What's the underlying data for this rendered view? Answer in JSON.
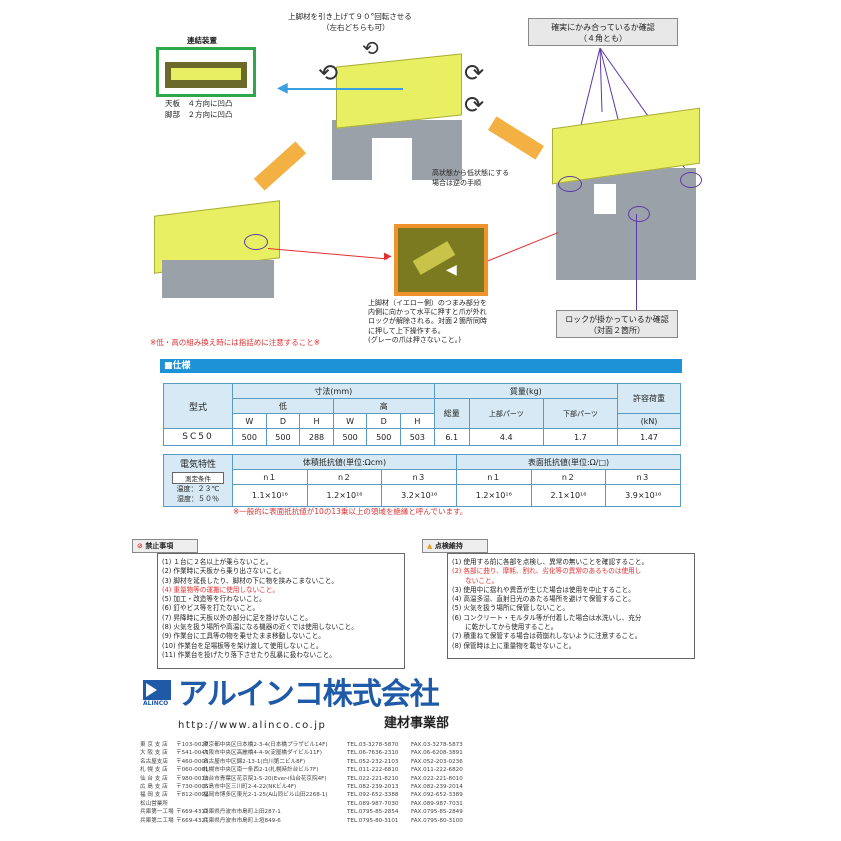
{
  "top_instruction": {
    "line1": "上脚材を引き上げて９０°回転させる",
    "line2": "（左右どちらも可）"
  },
  "connector": {
    "title": "連結装置",
    "line1": "天板　４方向に凹凸",
    "line2": "脚部　２方向に凹凸"
  },
  "reverse_note": {
    "line1": "高状態から低状態にする",
    "line2": "場合は逆の手順"
  },
  "check_fit": {
    "line1": "確実にかみ合っているか確認",
    "line2": "（４角とも）"
  },
  "lock_instruction": {
    "lines": [
      "上脚材（イエロー側）のつまみ部分を",
      "内側に向かって水平に押すと爪が外れ",
      "ロックが解除される。対面２箇所同時",
      "に押して上下操作する。",
      "(グレーの爪は押さないこと。)"
    ]
  },
  "check_lock": {
    "line1": "ロックが掛かっているか確認",
    "line2": "（対面２箇所）"
  },
  "finger_warning": "※低・高の組み換え時には指詰めに注意すること※",
  "spec_section_title": "■仕様",
  "spec_table": {
    "model_label": "型式",
    "dim_label": "寸法(mm)",
    "low_label": "低",
    "high_label": "高",
    "w": "W",
    "d": "D",
    "h": "H",
    "mass_label": "質量(kg)",
    "total_label": "総量",
    "upper_label": "上部パーツ",
    "lower_label": "下部パーツ",
    "load_label1": "許容荷重",
    "load_label2": "(kN)",
    "row": [
      "SC50",
      "500",
      "500",
      "288",
      "500",
      "500",
      "503",
      "6.1",
      "4.4",
      "1.7",
      "1.47"
    ]
  },
  "electric_table": {
    "label": "電気特性",
    "volume_label": "体積抵抗値(単位:Ωcm)",
    "surface_label": "表面抵抗値(単位:Ω/□)",
    "n": [
      "n１",
      "n２",
      "n３",
      "n１",
      "n２",
      "n３"
    ],
    "conditions_title": "測定条件",
    "temp": "温度：２３℃",
    "humidity": "湿度：５０％",
    "values": [
      "1.1×10¹⁶",
      "1.2×10¹⁶",
      "3.2×10¹⁶",
      "1.2×10¹⁶",
      "2.1×10¹⁶",
      "3.9×10¹⁶"
    ],
    "note": "※一般的に表面抵抗値が10の13乗以上の領域を絶縁と呼んでいます。"
  },
  "prohibitions": {
    "title": "禁止事項",
    "items": [
      "(1) １台に２名以上が乗らないこと。",
      "(2) 作業時に天板から乗り出さないこと。",
      "(3) 脚材を延長したり、脚材の下に物を挟みこまないこと。",
      "(4) 重量物等の運搬に使用しないこと。",
      "(5) 加工・改造等を行わないこと。",
      "(6) 釘やビス等を打たないこと。",
      "(7) 昇降時に天板以外の部分に足を掛けないこと。",
      "(8) 火気を扱う場所や高温になる機器の近くでは使用しないこと。",
      "(9) 作業台に工具等の物を乗せたまま移動しないこと。",
      "(10) 作業台を足場板等を架け渡して使用しないこと。",
      "(11) 作業台を投げたり落下させたり乱暴に扱わないこと。"
    ]
  },
  "inspection": {
    "title": "点検維持",
    "items": [
      "(1) 使用する前に各部を点検し、異常の無いことを確認すること。",
      "(2) 各部に曲り、摩耗、割れ、劣化等の異常のあるものは使用し",
      "　　ないこと。",
      "(3) 使用中に揺れや異音が生じた場合は使用を中止すること。",
      "(4) 高温多湿、直射日光のあたる場所を避けて保管すること。",
      "(5) 火気を扱う場所に保管しないこと。",
      "(6) コンクリート・モルタル等が付着した場合は水洗いし、充分",
      "　　に乾かしてから使用すること。",
      "(7) 積重ねて保管する場合は荷崩れしないように注意すること。",
      "(8) 保管時は上に重量物を載せないこと。"
    ]
  },
  "company": {
    "logo_text": "ALINCO",
    "name": "アルインコ株式会社",
    "url": "http://www.alinco.co.jp",
    "division": "建材事業部"
  },
  "offices": [
    [
      "東 京 支 店",
      "〒103-0027",
      "東京都中央区日本橋2-3-4(日本橋プラザビル14F)",
      "TEL.03-3278-5870",
      "FAX.03-3278-5873"
    ],
    [
      "大 阪 支 店",
      "〒541-0043",
      "大阪市中央区高麗橋4-4-9(淀屋橋ダイビル11F)",
      "TEL.06-7636-2310",
      "FAX.06-6208-3891"
    ],
    [
      "名古屋支店",
      "〒460-0003",
      "名古屋市中区錦2-13-1(白川第二ビル8F)",
      "TEL.052-232-2103",
      "FAX.052-203-0236"
    ],
    [
      "札 幌 支 店",
      "〒060-0061",
      "札幌市中央区南一条西2-1(札幌時計台ビル7F)",
      "TEL.011-222-6810",
      "FAX.011-222-6820"
    ],
    [
      "仙 台 支 店",
      "〒980-0013",
      "仙台市青葉区花京院1-5-20(Ever-i仙台花京院4F)",
      "TEL.022-221-8210",
      "FAX.022-221-8010"
    ],
    [
      "広 島 支 店",
      "〒730-0005",
      "広島市中区三川町2-4-22(NKビル4F)",
      "TEL.082-239-2013",
      "FAX.082-239-2014"
    ],
    [
      "福 岡 支 店",
      "〒812-0002",
      "福岡市博多区東光2-1-25(A山同ビル山田2268-1)",
      "TEL.092-652-3388",
      "FAX.092-652-3389"
    ],
    [
      "松山営業所",
      "",
      "",
      "TEL.089-987-7030",
      "FAX.089-987-7031"
    ],
    [
      "兵庫第一工場",
      "〒669-4312",
      "兵庫県丹波市市島町上田287-1",
      "TEL.0795-85-2854",
      "FAX.0795-85-2849"
    ],
    [
      "兵庫第二工場",
      "〒669-4321",
      "兵庫県丹波市市島町上垣849-6",
      "TEL.0795-80-3101",
      "FAX.0795-80-3100"
    ]
  ],
  "colors": {
    "accent_blue": "#1e92d6",
    "brand_blue": "#1e5aa8",
    "warning_red": "#e03030",
    "product_yellow": "#e9ef62",
    "frame_green": "#2ea84a",
    "frame_orange": "#f2922a"
  }
}
